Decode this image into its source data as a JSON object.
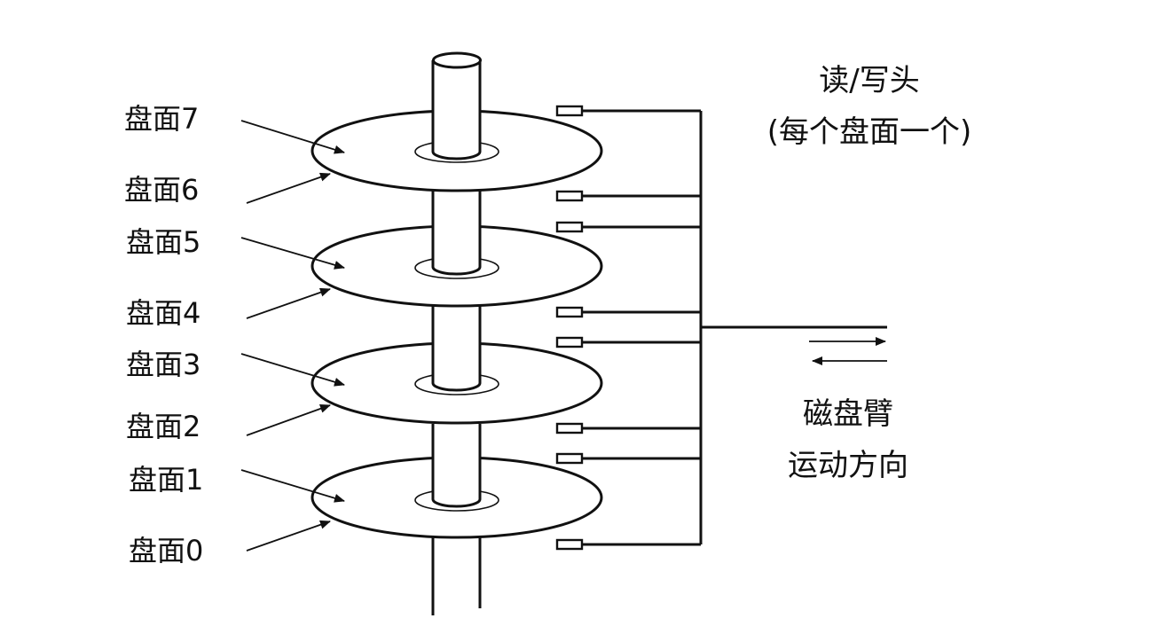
{
  "surfaces": [
    "盘面7",
    "盘面6",
    "盘面5",
    "盘面4",
    "盘面3",
    "盘面2",
    "盘面1",
    "盘面0"
  ],
  "head_title": "读/写头",
  "head_subtitle": "(每个盘面一个)",
  "arm_line1": "磁盘臂",
  "arm_line2": "运动方向"
}
